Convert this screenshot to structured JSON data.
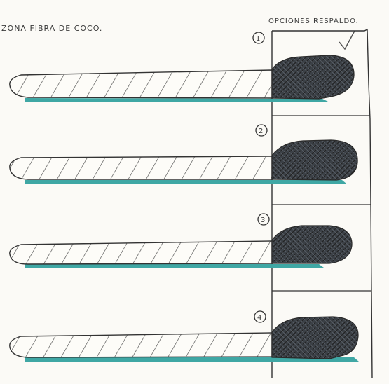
{
  "title_left": "ZONA FIBRA DE COCO.",
  "title_right": "OPCIONES RESPALDO.",
  "options": [
    {
      "number": "1",
      "selected": true
    },
    {
      "number": "2",
      "selected": false
    },
    {
      "number": "3",
      "selected": false
    },
    {
      "number": "4",
      "selected": false
    }
  ],
  "colors": {
    "ink": "#3a3a3a",
    "dark_zone": "#3b4046",
    "base_strip": "#3fa7a4",
    "paper": "#fbfaf6"
  }
}
